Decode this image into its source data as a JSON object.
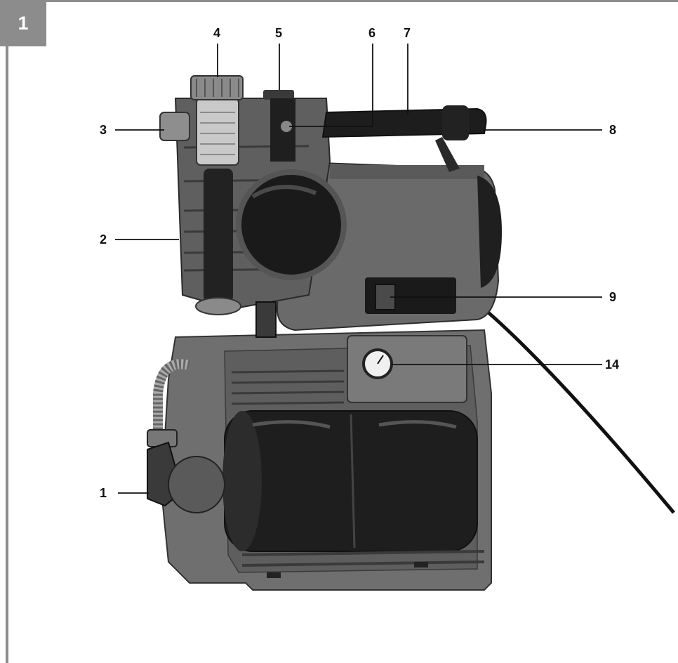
{
  "figure": {
    "number": "1"
  },
  "callouts": {
    "c1": "1",
    "c2": "2",
    "c3": "3",
    "c4": "4",
    "c5": "5",
    "c6": "6",
    "c7": "7",
    "c8": "8",
    "c9": "9",
    "c14": "14"
  },
  "colors": {
    "frame": "#8c8c8c",
    "body_gray": "#6e6e6e",
    "dark": "#2a2a2a",
    "tank": "#1e1e1e"
  }
}
